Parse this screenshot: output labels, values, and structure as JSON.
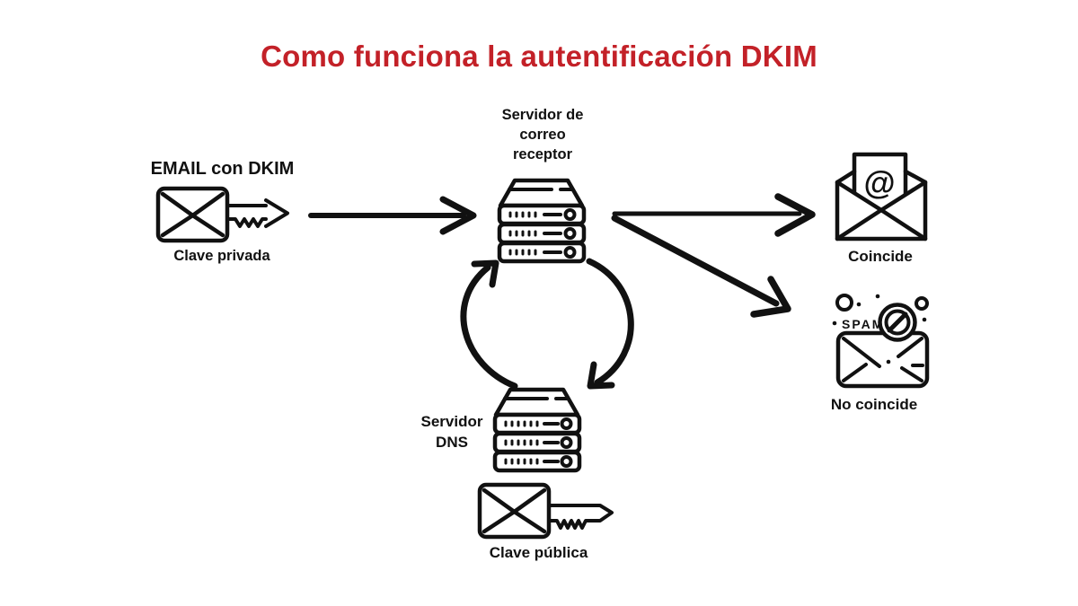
{
  "title": {
    "text": "Como funciona la autentificación DKIM",
    "color": "#c32128"
  },
  "colors": {
    "ink": "#111111",
    "background": "#ffffff",
    "title_red": "#c32128"
  },
  "nodes": {
    "email_dkim": {
      "label": "EMAIL con DKIM",
      "caption": "Clave privada",
      "icon": "envelope-with-key-icon"
    },
    "receiver_server": {
      "label": "Servidor de\ncorreo\nreceptor",
      "icon": "server-stack-icon"
    },
    "dns_server": {
      "label": "Servidor\nDNS",
      "icon": "server-stack-icon"
    },
    "public_key": {
      "caption": "Clave pública",
      "icon": "envelope-with-key-icon"
    },
    "match": {
      "caption": "Coincide",
      "at_symbol": "@",
      "icon": "open-envelope-at-icon"
    },
    "no_match": {
      "caption": "No coincide",
      "spam_label": "SPAM",
      "icon": "blocked-spam-envelope-icon"
    }
  },
  "edges": [
    {
      "from": "email_dkim",
      "to": "receiver_server",
      "type": "arrow"
    },
    {
      "from": "receiver_server",
      "to": "match",
      "type": "arrow"
    },
    {
      "from": "receiver_server",
      "to": "no_match",
      "type": "arrow"
    },
    {
      "from": "receiver_server",
      "to": "dns_server",
      "type": "cycle-arrows"
    }
  ]
}
